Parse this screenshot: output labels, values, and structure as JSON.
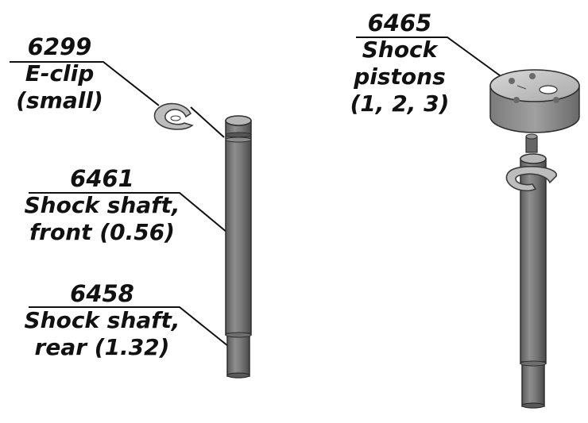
{
  "parts": [
    {
      "part_number": "6299",
      "lines": [
        "E-clip",
        "(small)"
      ]
    },
    {
      "part_number": "6461",
      "lines": [
        "Shock shaft,",
        "front (0.56)"
      ]
    },
    {
      "part_number": "6458",
      "lines": [
        "Shock shaft,",
        "rear (1.32)"
      ]
    },
    {
      "part_number": "6465",
      "lines": [
        "Shock",
        "pistons",
        "(1, 2, 3)"
      ]
    }
  ],
  "colors": {
    "text": "#111111",
    "leader_line": "#111111",
    "metal_dark": "#4f4f4f",
    "metal_mid": "#8a8a8a",
    "metal_light": "#c9c9c9"
  }
}
